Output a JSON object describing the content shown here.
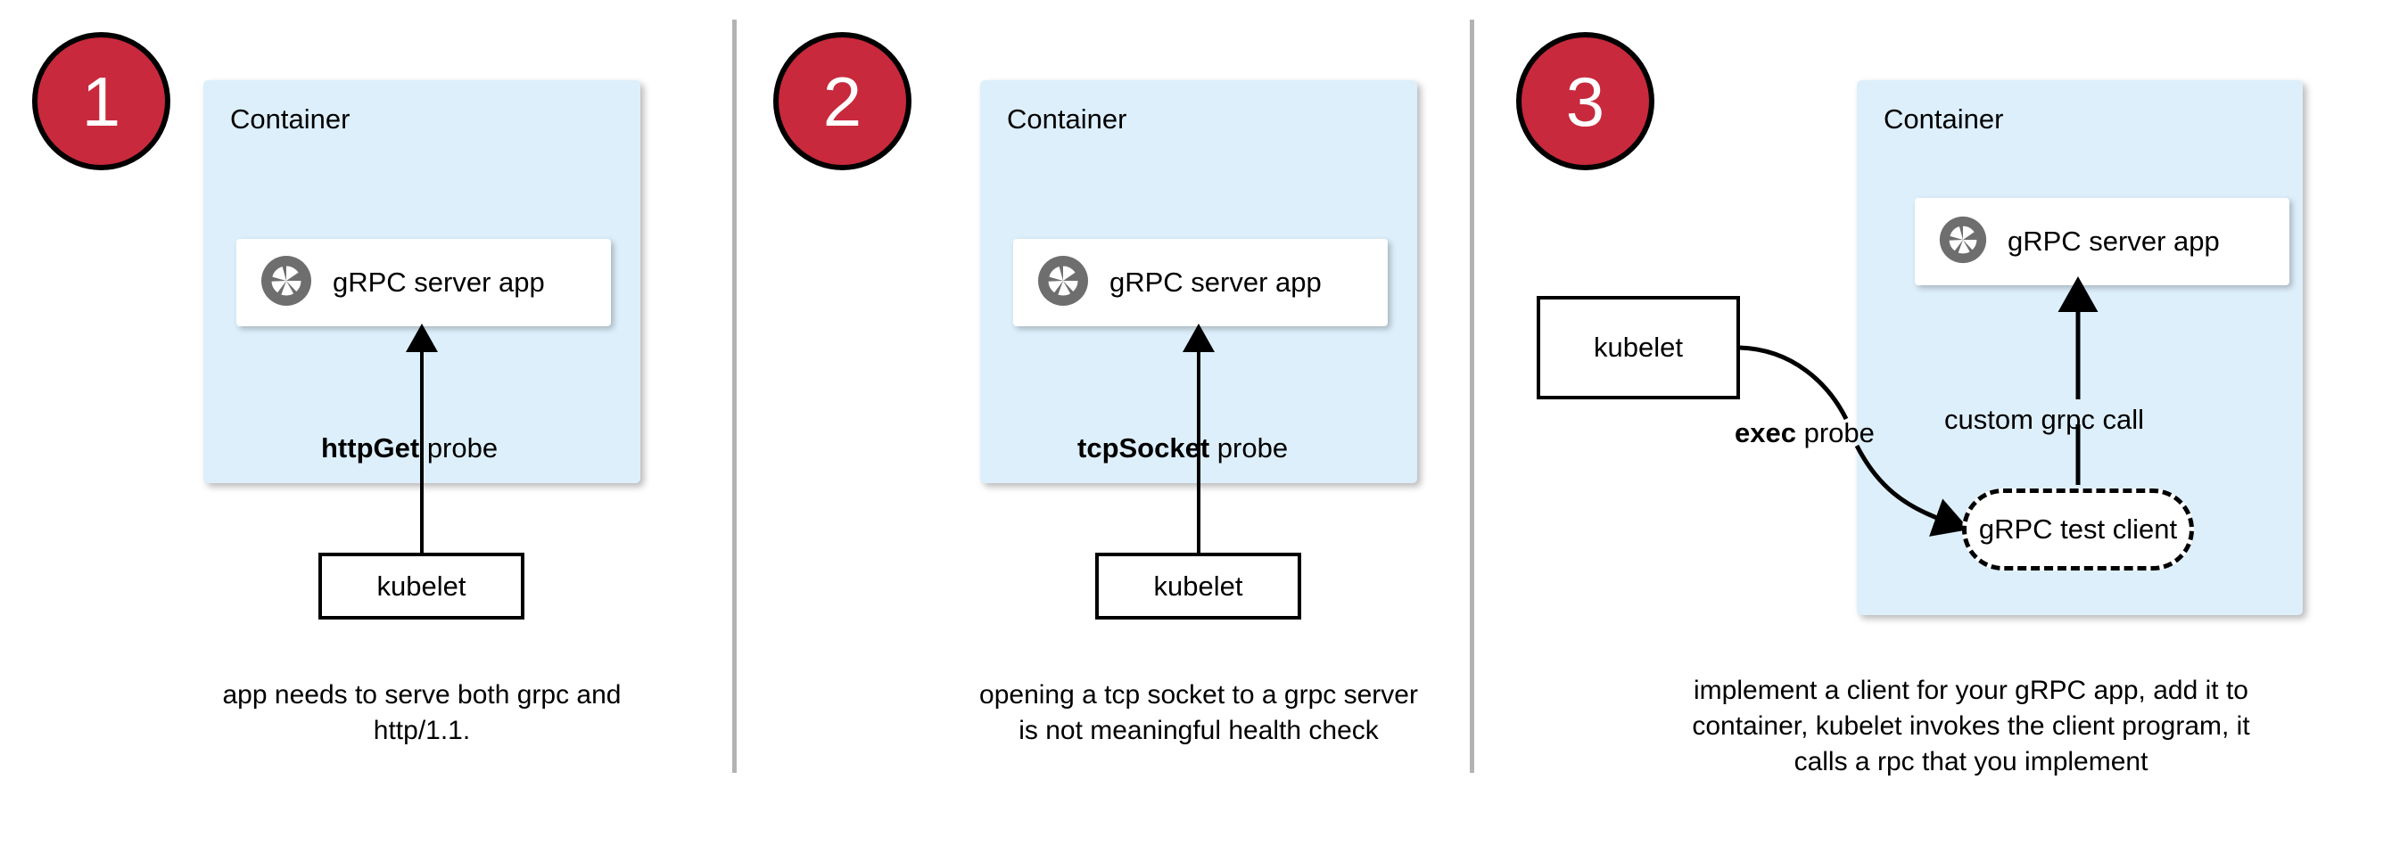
{
  "diagram": {
    "title": "gRPC health probe approaches in Kubernetes",
    "accent_color": "#c8293c",
    "container_fill": "#ddeffb",
    "divider_color": "#b3b3b3",
    "icon_color": "#6e6e6e"
  },
  "panels": [
    {
      "number": "1",
      "container_label": "Container",
      "app_label": "gRPC server app",
      "app_icon": "grpc-logo-icon",
      "probe_label_bold": "httpGet",
      "probe_label_rest": " probe",
      "kubelet_label": "kubelet",
      "caption": "app needs to serve both grpc and http/1.1."
    },
    {
      "number": "2",
      "container_label": "Container",
      "app_label": "gRPC server app",
      "app_icon": "grpc-logo-icon",
      "probe_label_bold": "tcpSocket",
      "probe_label_rest": " probe",
      "kubelet_label": "kubelet",
      "caption": "opening a tcp socket to a grpc server is not meaningful health check"
    },
    {
      "number": "3",
      "container_label": "Container",
      "app_label": "gRPC server app",
      "app_icon": "grpc-logo-icon",
      "probe_label_bold": "exec",
      "probe_label_rest": " probe",
      "kubelet_label": "kubelet",
      "client_label": "gRPC test client",
      "call_label": "custom grpc call",
      "caption": "implement a client for your gRPC app, add it to container, kubelet invokes the client program, it calls a rpc that you implement"
    }
  ]
}
